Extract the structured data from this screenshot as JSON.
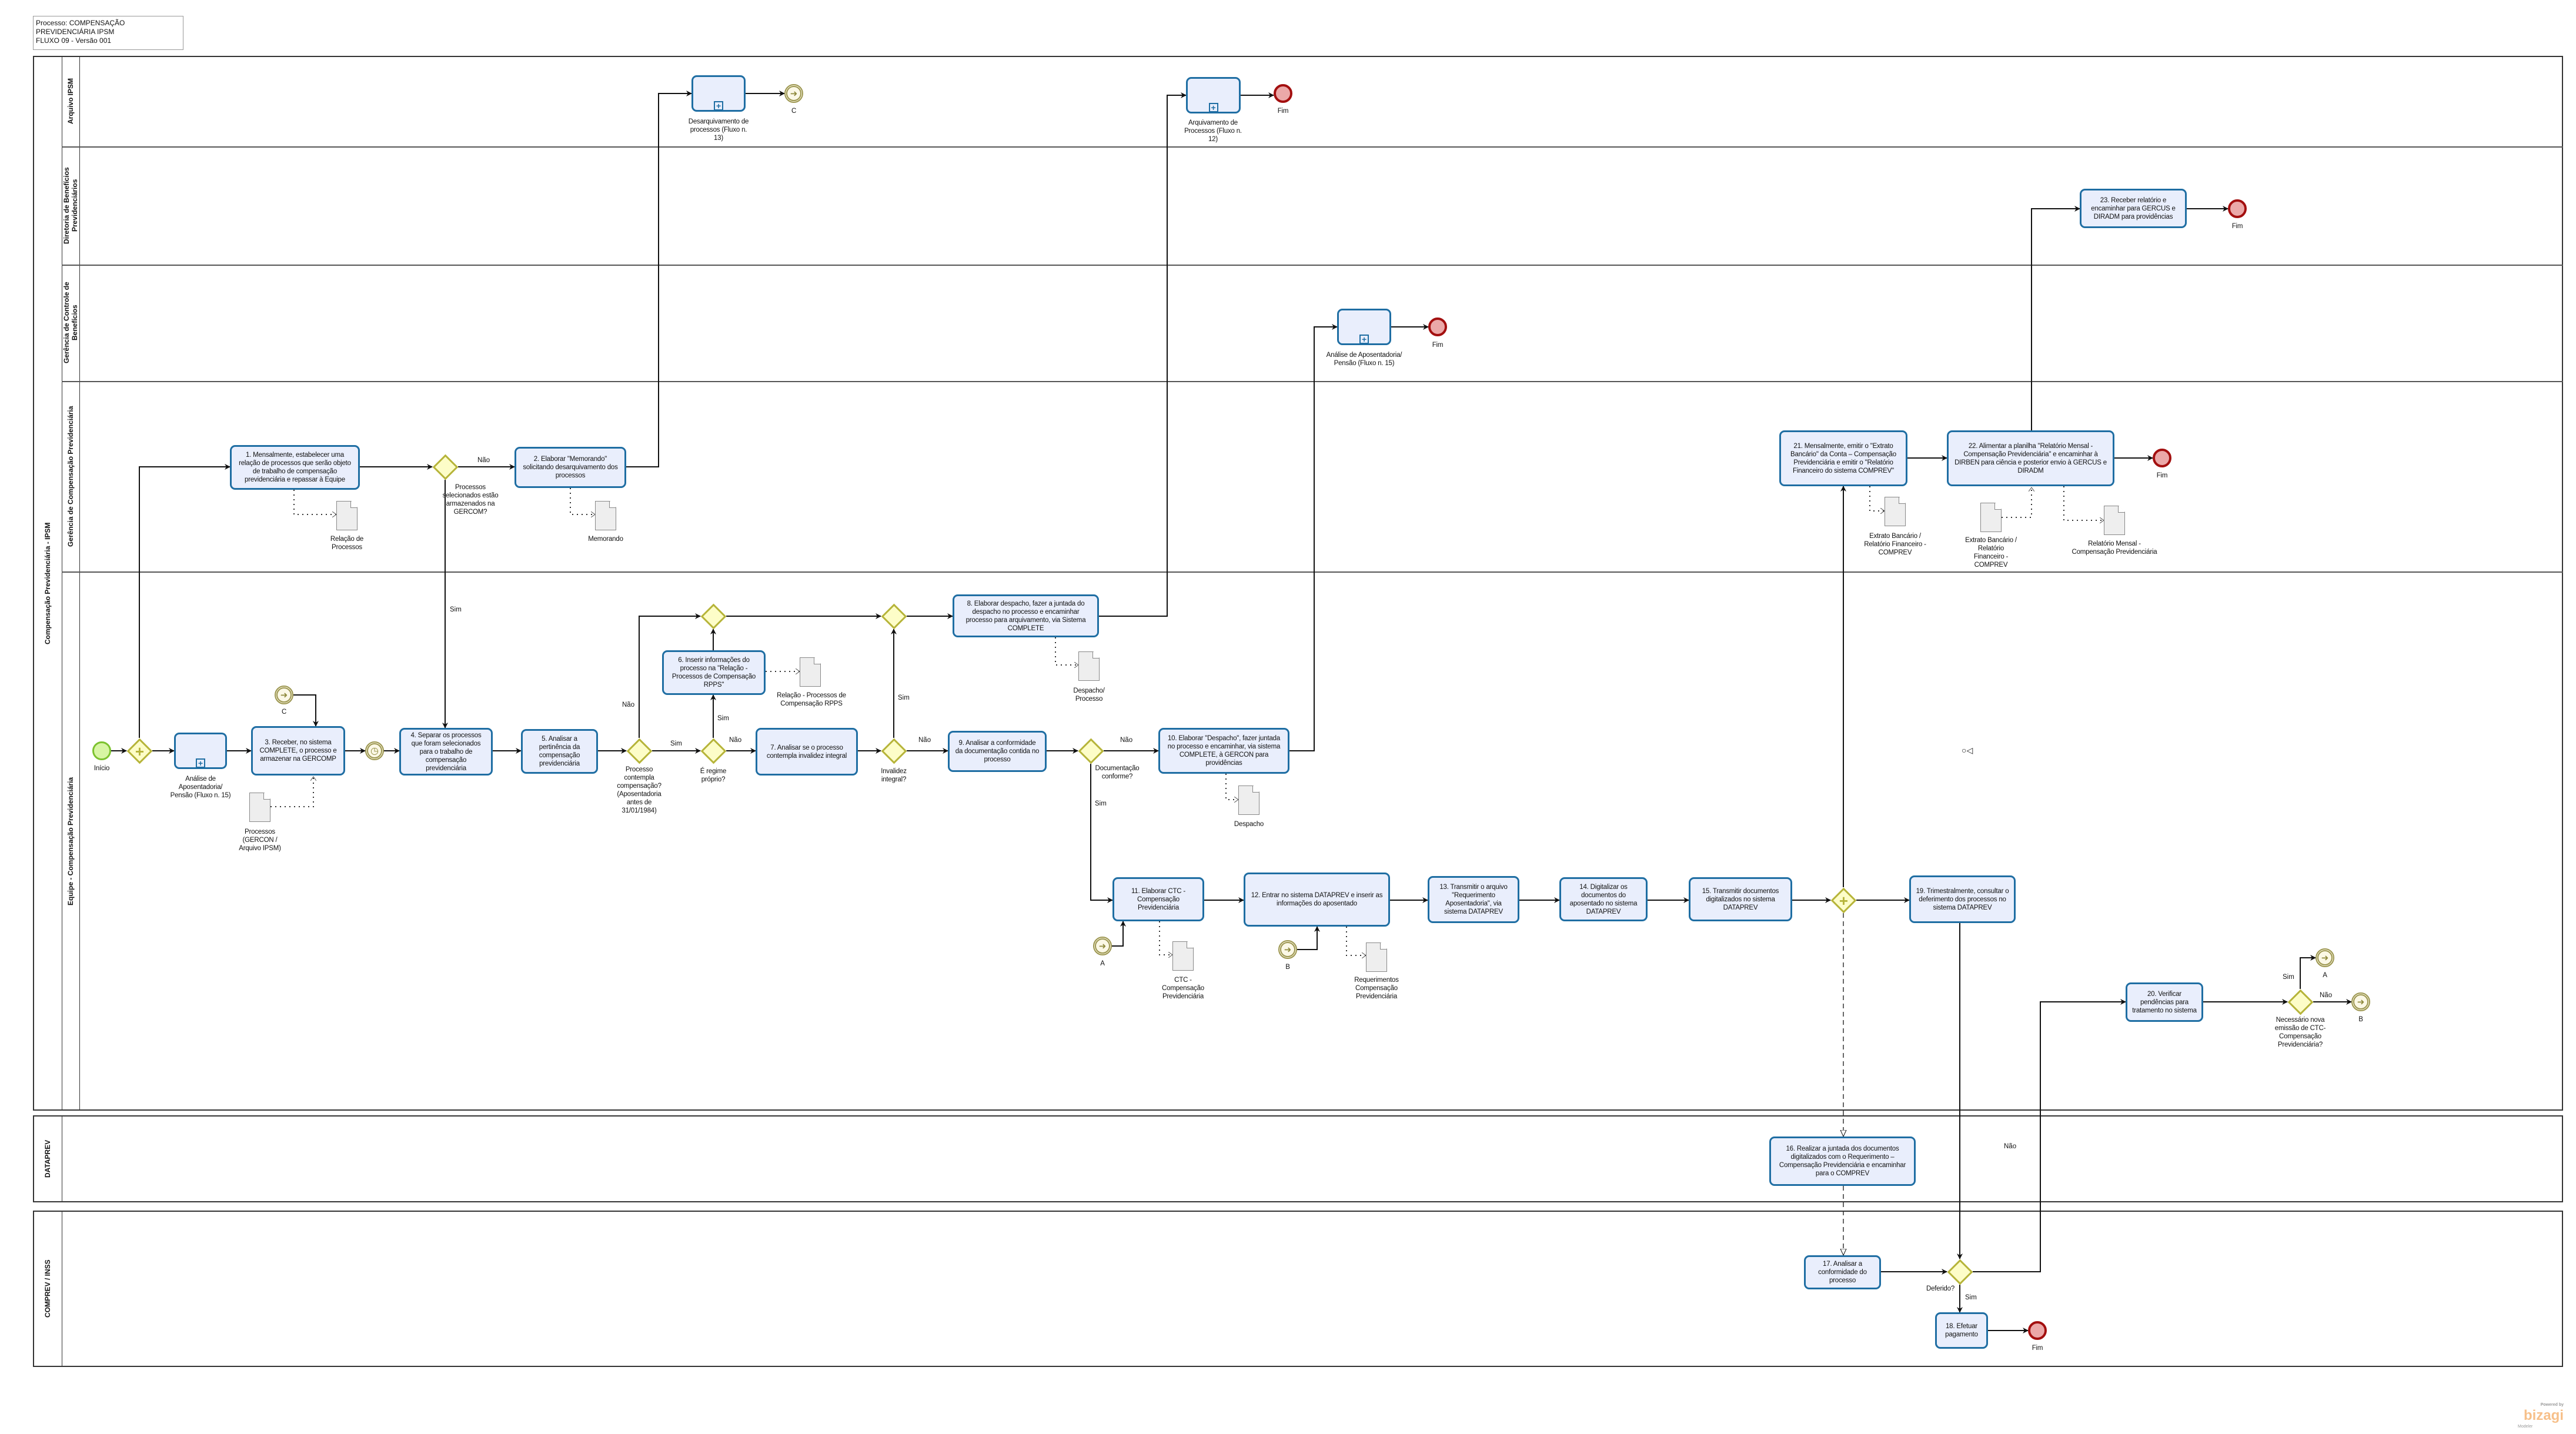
{
  "header": {
    "title_line1": "Processo: COMPENSAÇÃO PREVIDENCIÁRIA IPSM",
    "title_line2": "FLUXO 09 - Versão 001"
  },
  "pools": [
    {
      "name": "Compensação Previdenciária - IPSM",
      "lanes": [
        "Arquivo IPSM",
        "Diretoria de Benefícios Previdenciários",
        "Gerência de Controle de Benefícios",
        "Gerência de Compensação Previdenciária",
        "Equipe - Compensação Previdenciária"
      ]
    },
    {
      "name": "DATAPREV"
    },
    {
      "name": "COMPREV / INSS"
    }
  ],
  "tasks": {
    "t1": "1. Mensalmente, estabelecer uma relação de processos que serão objeto de trabalho de compensação previdenciária e repassar à Equipe",
    "t2": "2. Elaborar \"Memorando\" solicitando desarquivamento dos processos",
    "t3": "3. Receber, no sistema COMPLETE, o processo e armazenar na GERCOMP",
    "t4": "4. Separar os processos que foram selecionados para o trabalho de compensação previdenciária",
    "t5": "5. Analisar a pertinência da compensação previdenciária",
    "t6": "6. Inserir informações do processo na \"Relação - Processos de Compensação RPPS\"",
    "t7": "7. Analisar se o processo contempla invalidez integral",
    "t8": "8. Elaborar despacho, fazer a juntada do despacho no processo e encaminhar processo para arquivamento, via Sistema COMPLETE",
    "t9": "9. Analisar a conformidade da documentação contida no processo",
    "t10": "10. Elaborar \"Despacho\", fazer juntada no processo e encaminhar, via sistema COMPLETE, à GERCON para providências",
    "t11": "11. Elaborar CTC - Compensação Previdenciária",
    "t12": "12. Entrar no sistema DATAPREV e inserir as informações do aposentado",
    "t13": "13. Transmitir o arquivo \"Requerimento Aposentadoria\", via sistema DATAPREV",
    "t14": "14. Digitalizar os documentos do aposentado no sistema DATAPREV",
    "t15": "15. Transmitir documentos digitalizados no sistema DATAPREV",
    "t16": "16. Realizar a juntada dos documentos digitalizados com o Requerimento – Compensação Previdenciária e encaminhar para o COMPREV",
    "t17": "17. Analisar a conformidade do processo",
    "t18": "18. Efetuar pagamento",
    "t19": "19. Trimestralmente, consultar o deferimento dos processos no sistema DATAPREV",
    "t20": "20. Verificar pendências para tratamento no sistema",
    "t21": "21. Mensalmente, emitir o \"Extrato Bancário\" da Conta – Compensação Previdenciária e emitir o \"Relatório Financeiro do sistema COMPREV\"",
    "t22": "22. Alimentar a planilha \"Relatório Mensal - Compensação Previdenciária\" e encaminhar à DIRBEN para ciência e posterior envio à GERCUS e DIRADM",
    "t23": "23. Receber relatório e encaminhar para GERCUS e DIRADM para providências"
  },
  "subprocesses": {
    "analise_equipe": "Análise de Aposentadoria/ Pensão (Fluxo n. 15)",
    "desarquivamento": "Desarquivamento de processos (Fluxo n. 13)",
    "arquivamento": "Arquivamento de Processos (Fluxo n. 12)",
    "analise_gerencia": "Análise de Aposentadoria/ Pensão (Fluxo n. 15)"
  },
  "events": {
    "start": "Início",
    "end": "Fim",
    "link_a": "A",
    "link_b": "B",
    "link_c": "C"
  },
  "gateways": {
    "gercom": "Processos selecionados estão armazenados na GERCOM?",
    "contempla": "Processo contempla compensação? (Aposentadoria antes de 31/01/1984)",
    "regime": "É regime próprio?",
    "invalidez": "Invalidez integral?",
    "documentacao": "Documentação conforme?",
    "deferido": "Deferido?",
    "nova_ctc": "Necessário nova emissão de CTC-Compensação Previdenciária?"
  },
  "flow_labels": {
    "yes": "Sim",
    "no": "Não"
  },
  "documents": {
    "relacao": "Relação de Processos",
    "memorando": "Memorando",
    "processos": "Processos (GERCON / Arquivo IPSM)",
    "rpps": "Relação - Processos de Compensação RPPS",
    "despacho_processo": "Despacho/ Processo",
    "despacho": "Despacho",
    "ctc": "CTC - Compensação Previdenciária",
    "requerimentos": "Requerimentos Compensação Previdenciária",
    "extrato1": "Extrato Bancário / Relatório Financeiro - COMPREV",
    "extrato2": "Extrato Bancário / Relatório Financeiro - COMPREV",
    "relatorio_mensal": "Relatório Mensal - Compensação Previdenciária"
  },
  "logo": {
    "powered": "Powered by",
    "brand": "bizagi",
    "product": "Modeler"
  },
  "colors": {
    "task_fill": "#e9eefc",
    "task_border": "#1f6ea3",
    "gateway_fill": "#fdfdc8",
    "gateway_border": "#b6b43a",
    "start": "#7cc22f",
    "end": "#a30f0f"
  }
}
